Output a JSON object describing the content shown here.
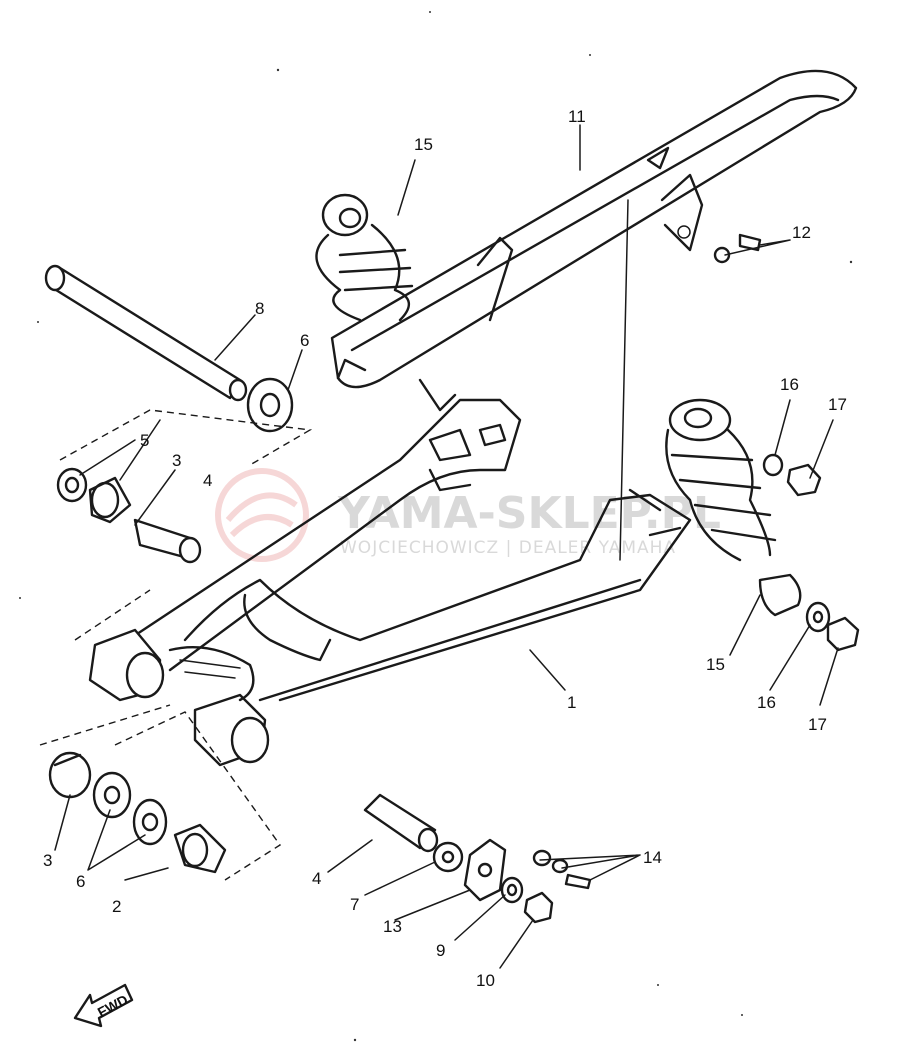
{
  "diagram": {
    "callouts": {
      "c1": "1",
      "c2": "2",
      "c3a": "3",
      "c3b": "3",
      "c4a": "4",
      "c4b": "4",
      "c5": "5",
      "c6a": "6",
      "c6b": "6",
      "c7": "7",
      "c8": "8",
      "c9": "9",
      "c10": "10",
      "c11": "11",
      "c12": "12",
      "c13": "13",
      "c14": "14",
      "c15a": "15",
      "c15b": "15",
      "c16a": "16",
      "c16b": "16",
      "c17a": "17",
      "c17b": "17"
    },
    "direction_arrow": "FWD"
  },
  "watermark": {
    "brand": "YAMA-SKLEP.PL",
    "tagline": "WOJCIECHOWICZ | DEALER YAMAHA",
    "color": "#d9d9d9",
    "logo_color": "#f0c8c8"
  }
}
